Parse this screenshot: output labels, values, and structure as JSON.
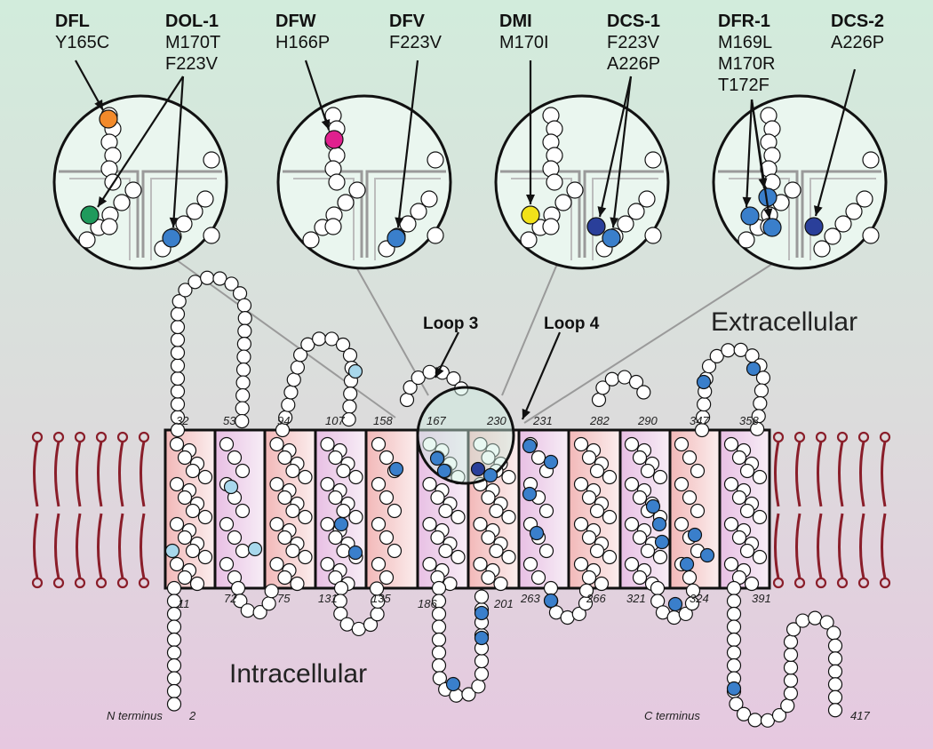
{
  "colors": {
    "orange": "#f28a2a",
    "green": "#1f9a5c",
    "magenta": "#e0208e",
    "yellow": "#f2e21a",
    "blue": "#3a7fcb",
    "darkblue": "#2a3f9a",
    "lightblue": "#a8d8ec",
    "lipid": "#8a1e2a",
    "outline": "#000000"
  },
  "regions": {
    "extracellular": "Extracellular",
    "intracellular": "Intracellular"
  },
  "loops": {
    "loop3": "Loop 3",
    "loop4": "Loop 4"
  },
  "termini": {
    "n_terminus": "N terminus",
    "n_number": "2",
    "c_terminus": "C terminus",
    "c_number": "417"
  },
  "mutants": [
    {
      "name": "DFL",
      "mutations": [
        "Y165C"
      ]
    },
    {
      "name": "DOL-1",
      "mutations": [
        "M170T",
        "F223V"
      ]
    },
    {
      "name": "DFW",
      "mutations": [
        "H166P"
      ]
    },
    {
      "name": "DFV",
      "mutations": [
        "F223V"
      ]
    },
    {
      "name": "DMI",
      "mutations": [
        "M170I"
      ]
    },
    {
      "name": "DCS-1",
      "mutations": [
        "F223V",
        "A226P"
      ]
    },
    {
      "name": "DFR-1",
      "mutations": [
        "M169L",
        "M170R",
        "T172F"
      ]
    },
    {
      "name": "DCS-2",
      "mutations": [
        "A226P"
      ]
    }
  ],
  "residue_numbers_top": [
    "32",
    "53",
    "94",
    "107",
    "158",
    "167",
    "230",
    "231",
    "282",
    "290",
    "347",
    "358"
  ],
  "residue_numbers_bottom": [
    "11",
    "72",
    "75",
    "131",
    "135",
    "186",
    "201",
    "263",
    "266",
    "321",
    "324",
    "391"
  ]
}
